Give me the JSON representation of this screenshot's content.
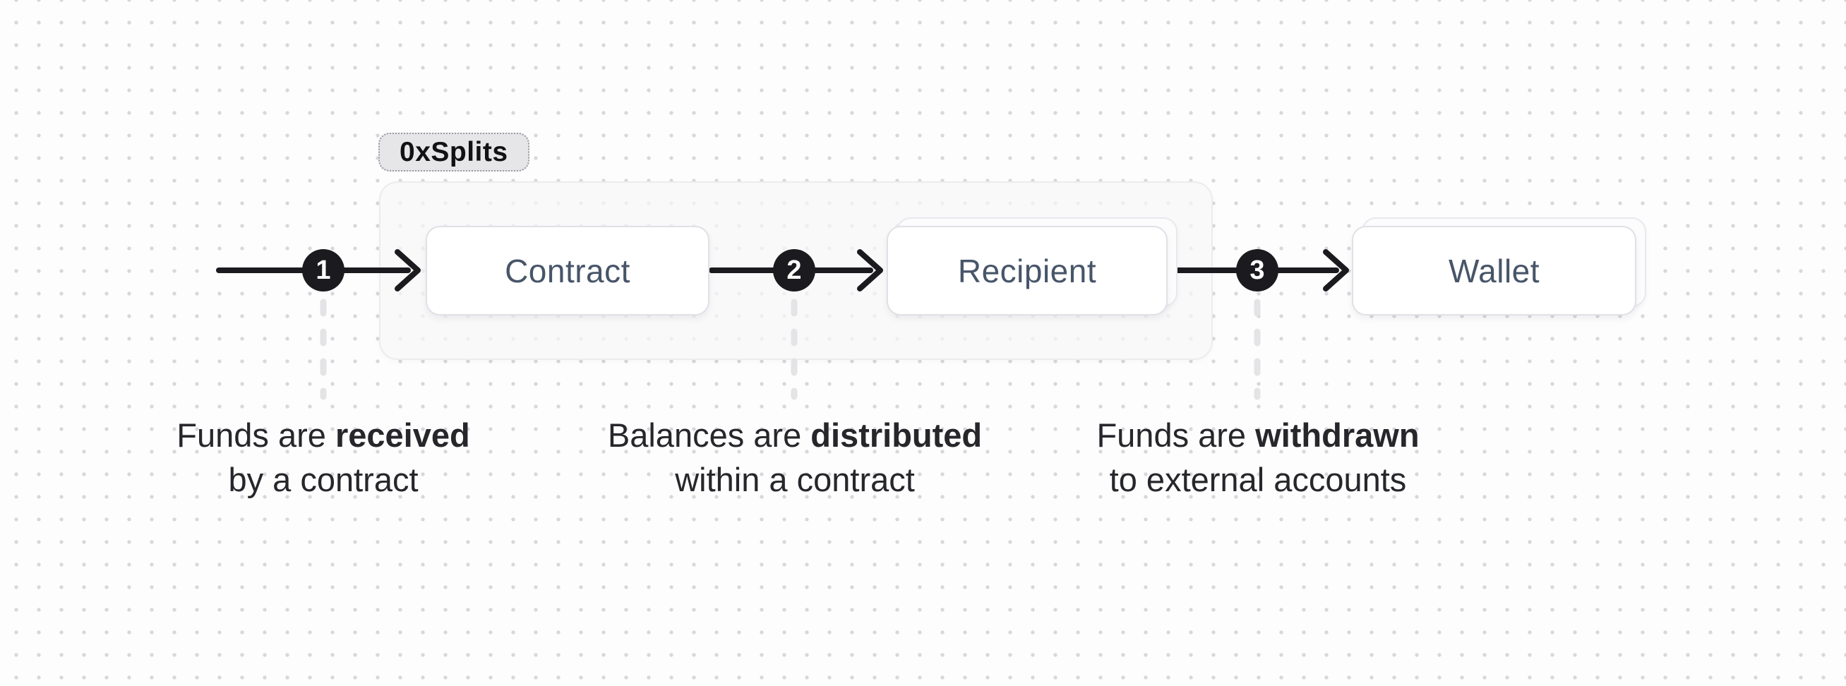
{
  "diagram": {
    "badge_label": "0xSplits",
    "nodes": {
      "contract": "Contract",
      "recipient": "Recipient",
      "wallet": "Wallet"
    },
    "steps": [
      {
        "number": "1",
        "caption_line1_prefix": "Funds are ",
        "caption_line1_bold": "received",
        "caption_line2": "by a contract"
      },
      {
        "number": "2",
        "caption_line1_prefix": "Balances are ",
        "caption_line1_bold": "distributed",
        "caption_line2": "within a contract"
      },
      {
        "number": "3",
        "caption_line1_prefix": "Funds are ",
        "caption_line1_bold": "withdrawn",
        "caption_line2": "to external accounts"
      }
    ],
    "colors": {
      "background": "#fdfdfd",
      "dot_grid": "#d8d8dc",
      "arrow": "#1b1b1f",
      "marker_bg": "#1b1b1f",
      "marker_text": "#ffffff",
      "card_border": "#dfe1e6",
      "card_bg": "#ffffff",
      "node_label": "#475569",
      "group_bg": "#f6f6f8",
      "group_border": "#ececef",
      "badge_bg": "#e6e6e8",
      "badge_border": "#9b9ba4",
      "caption_text": "#26262b",
      "dashed_connector": "#e4e4e6"
    }
  }
}
